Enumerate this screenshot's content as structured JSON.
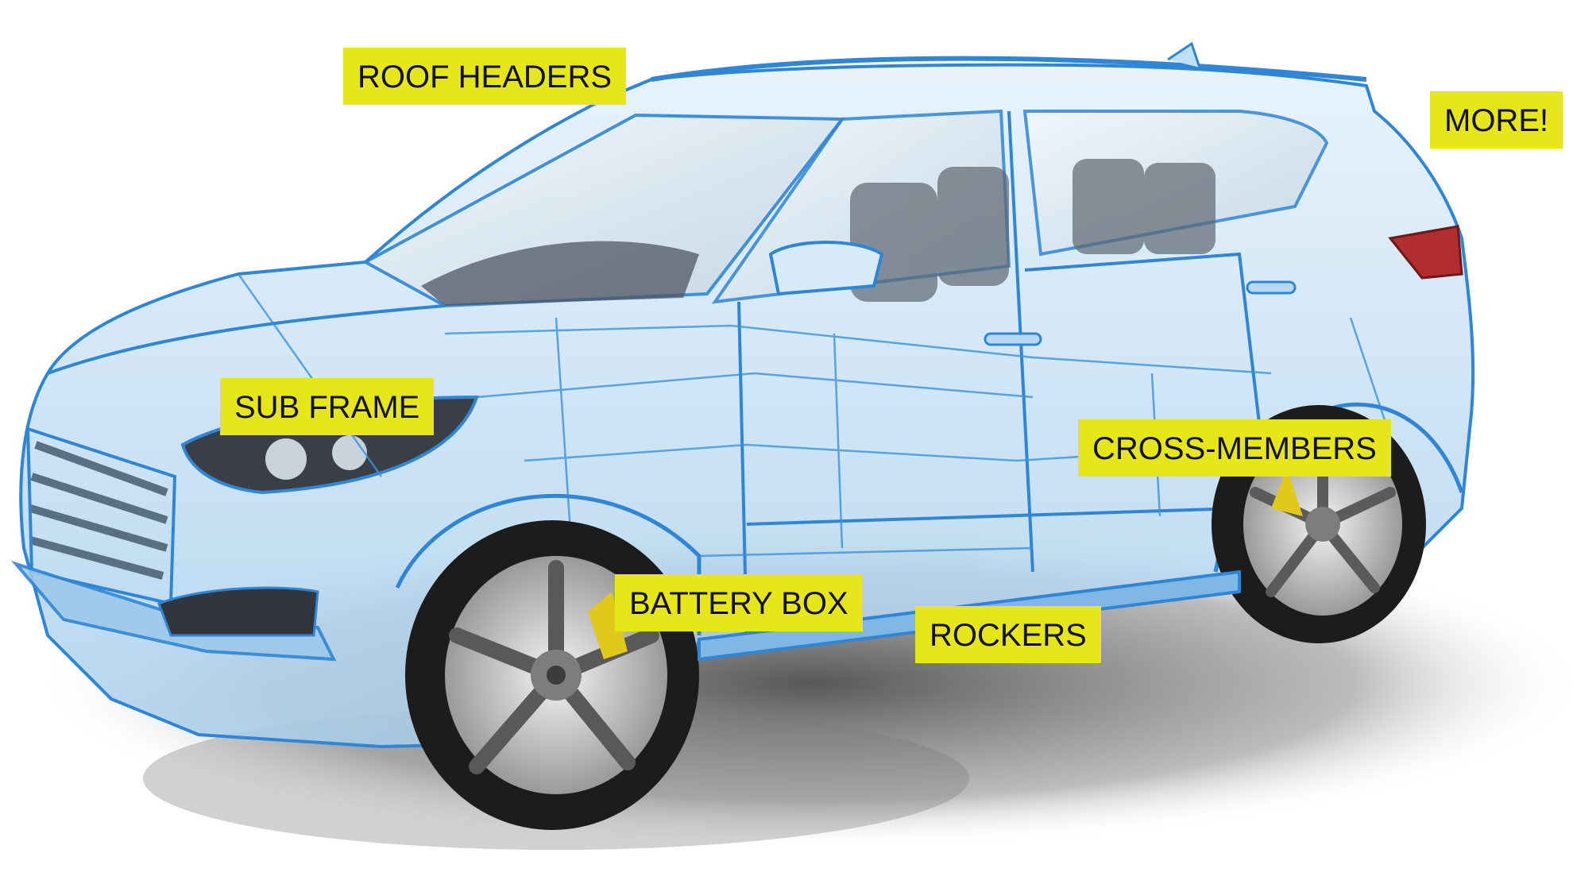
{
  "labels": {
    "roof_headers": "ROOF HEADERS",
    "more": "MORE!",
    "sub_frame": "SUB FRAME",
    "cross_members": "CROSS-MEMBERS",
    "battery_box": "BATTERY BOX",
    "rockers": "ROCKERS"
  },
  "colors": {
    "label_background": "#e6e619",
    "label_text": "#111111",
    "body_wireframe": "#4a9be0",
    "body_fill": "#cfe6f7",
    "tire": "#1c1c1c",
    "brake_caliper": "#e2c81a",
    "background": "#ffffff"
  }
}
